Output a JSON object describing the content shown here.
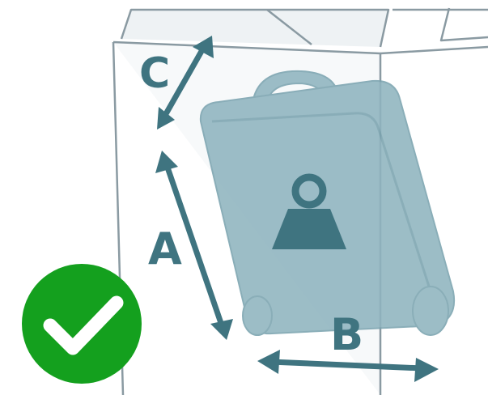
{
  "labels": {
    "c": "C",
    "a": "A",
    "b": "B"
  },
  "icons": {
    "weight": "weight-icon",
    "check": "checkmark-icon"
  },
  "colors": {
    "bin_outline": "#8a9aa2",
    "bin_fill": "#f7f9fa",
    "suitcase_fill": "#8fb4bf",
    "suitcase_stroke": "#7aa3af",
    "arrow": "#3f7480",
    "label": "#3f7480",
    "check_bg": "#14a01e",
    "check_mark": "#ffffff"
  }
}
